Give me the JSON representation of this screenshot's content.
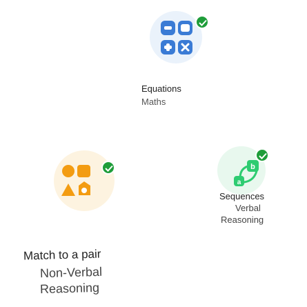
{
  "activities": [
    {
      "title": "Equations",
      "subtitle": "Maths",
      "completed": true,
      "icon": "blocks-icon",
      "color": "#3a7bd5"
    },
    {
      "title": "Match to a pair",
      "subtitle_line1": "Non-Verbal",
      "subtitle_line2": "Reasoning",
      "completed": true,
      "icon": "shapes-icon",
      "color": "#f39c12"
    },
    {
      "title": "Sequences",
      "subtitle_line1": "Verbal",
      "subtitle_line2": "Reasoning",
      "completed": true,
      "icon": "letters-chain-icon",
      "color": "#2ecc71"
    }
  ],
  "labels": {
    "letter_a": "a",
    "letter_b": "b"
  }
}
